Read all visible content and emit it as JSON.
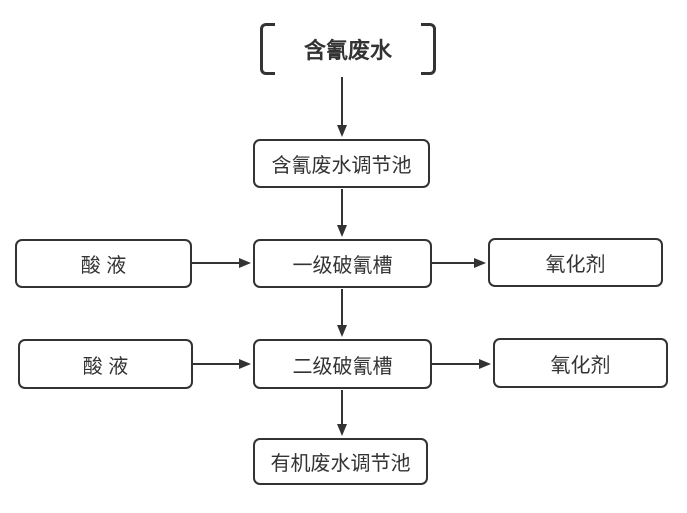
{
  "diagram": {
    "type": "flowchart",
    "background": "#ffffff",
    "stroke_color": "#333333",
    "text_color": "#333333",
    "nodes": [
      {
        "id": "source",
        "label": "含氰废水",
        "shape": "bracket"
      },
      {
        "id": "tank1",
        "label": "含氰废水调节池",
        "shape": "rounded-rect"
      },
      {
        "id": "acid1",
        "label": "酸 液",
        "shape": "rounded-rect"
      },
      {
        "id": "break1",
        "label": "一级破氰槽",
        "shape": "rounded-rect"
      },
      {
        "id": "oxidant1",
        "label": "氧化剂",
        "shape": "rounded-rect"
      },
      {
        "id": "acid2",
        "label": "酸 液",
        "shape": "rounded-rect"
      },
      {
        "id": "break2",
        "label": "二级破氰槽",
        "shape": "rounded-rect"
      },
      {
        "id": "oxidant2",
        "label": "氧化剂",
        "shape": "rounded-rect"
      },
      {
        "id": "tank2",
        "label": "有机废水调节池",
        "shape": "rounded-rect"
      }
    ],
    "edges": [
      {
        "from": "source",
        "to": "tank1",
        "direction": "down"
      },
      {
        "from": "tank1",
        "to": "break1",
        "direction": "down"
      },
      {
        "from": "acid1",
        "to": "break1",
        "direction": "right"
      },
      {
        "from": "break1",
        "to": "oxidant1",
        "direction": "right"
      },
      {
        "from": "break1",
        "to": "break2",
        "direction": "down"
      },
      {
        "from": "acid2",
        "to": "break2",
        "direction": "right"
      },
      {
        "from": "break2",
        "to": "oxidant2",
        "direction": "right"
      },
      {
        "from": "break2",
        "to": "tank2",
        "direction": "down"
      }
    ]
  }
}
